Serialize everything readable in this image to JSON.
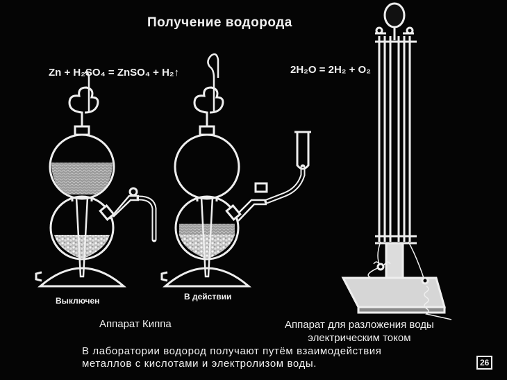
{
  "title": "Получение водорода",
  "equation_kipp": "Zn + H₂SO₄ = ZnSO₄ + H₂↑",
  "equation_electrolysis": "2H₂O = 2H₂ + O₂",
  "caption_off": "Выключен",
  "caption_on": "В действии",
  "label_kipp": "Аппарат Киппа",
  "label_electrolysis_line1": "Аппарат для разложения воды",
  "label_electrolysis_line2": "электрическим током",
  "footer_line1": "В лаборатории водород получают путём взаимодействия",
  "footer_line2": "металлов с кислотами и электролизом воды.",
  "page_number": "26",
  "colors": {
    "background": "#050505",
    "foreground": "#f0f0f0"
  }
}
